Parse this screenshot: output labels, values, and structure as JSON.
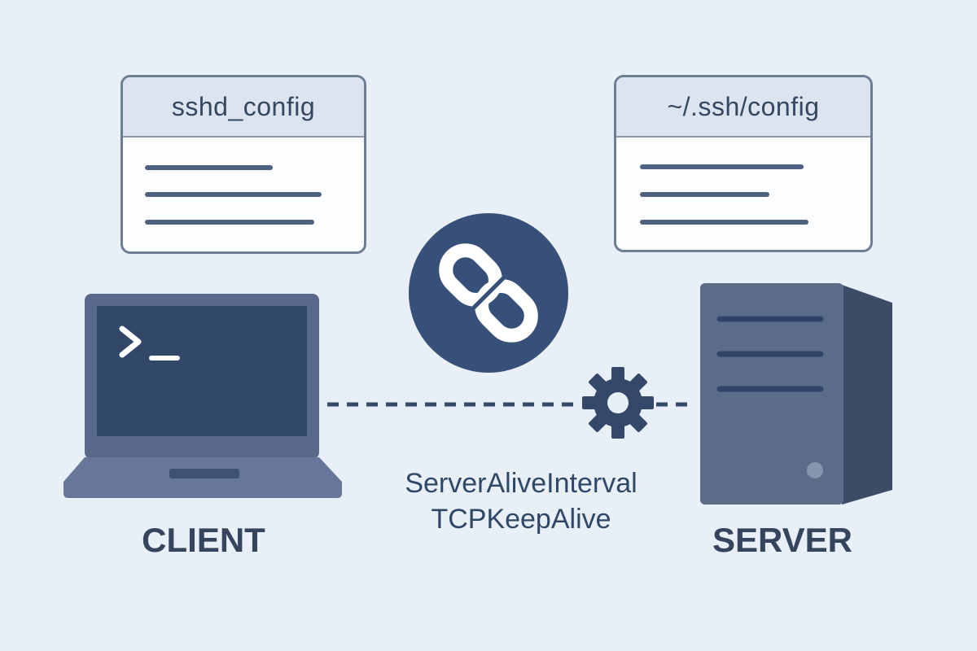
{
  "left_card": {
    "title": "sshd_config"
  },
  "right_card": {
    "title": "~/.ssh/config"
  },
  "client": {
    "label": "CLIENT",
    "prompt": ">_"
  },
  "server": {
    "label": "SERVER"
  },
  "connection": {
    "options": [
      "ServerAliveInterval",
      "TCPKeepAlive"
    ]
  },
  "icons": {
    "link": "link-icon",
    "gear": "gear-icon",
    "laptop": "laptop-icon",
    "server": "server-tower-icon",
    "terminal": "terminal-prompt-icon"
  },
  "colors": {
    "background": "#e9eff7",
    "navy": "#35507a",
    "slate": "#4f6182",
    "card_header": "#dbe4ef",
    "text": "#34455d"
  }
}
